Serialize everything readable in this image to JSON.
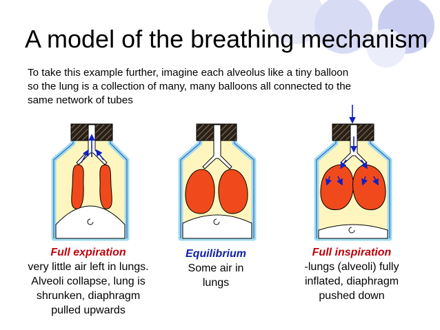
{
  "colors": {
    "decor_circle": "#c9cdf0",
    "lung_fill": "#f04a1c",
    "vessel_fill": "#fff6bf",
    "vessel_wall": "#9edcf0",
    "caption_heading": "#c0000a",
    "caption_heading_alt": "#1020a0",
    "airflow_arrow": "#1020c0"
  },
  "slide": {
    "title": "A model of the breathing mechanism",
    "intro_lines": [
      "To take this example further, imagine each alveolus like a tiny balloon",
      "so the lung is a collection of many, many balloons all connected to the",
      "same network of tubes"
    ]
  },
  "models": [
    {
      "heading": "Full expiration",
      "lines": [
        "very little air left in lungs.",
        "Alveoli collapse, lung is",
        "shrunken, diaphragm",
        "pulled upwards"
      ]
    },
    {
      "heading": "Equilibrium",
      "lines": [
        "Some air in",
        "lungs"
      ]
    },
    {
      "heading": "Full inspiration",
      "lines": [
        "-lungs (alveoli) fully",
        "inflated, diaphragm",
        "pushed down"
      ]
    }
  ]
}
